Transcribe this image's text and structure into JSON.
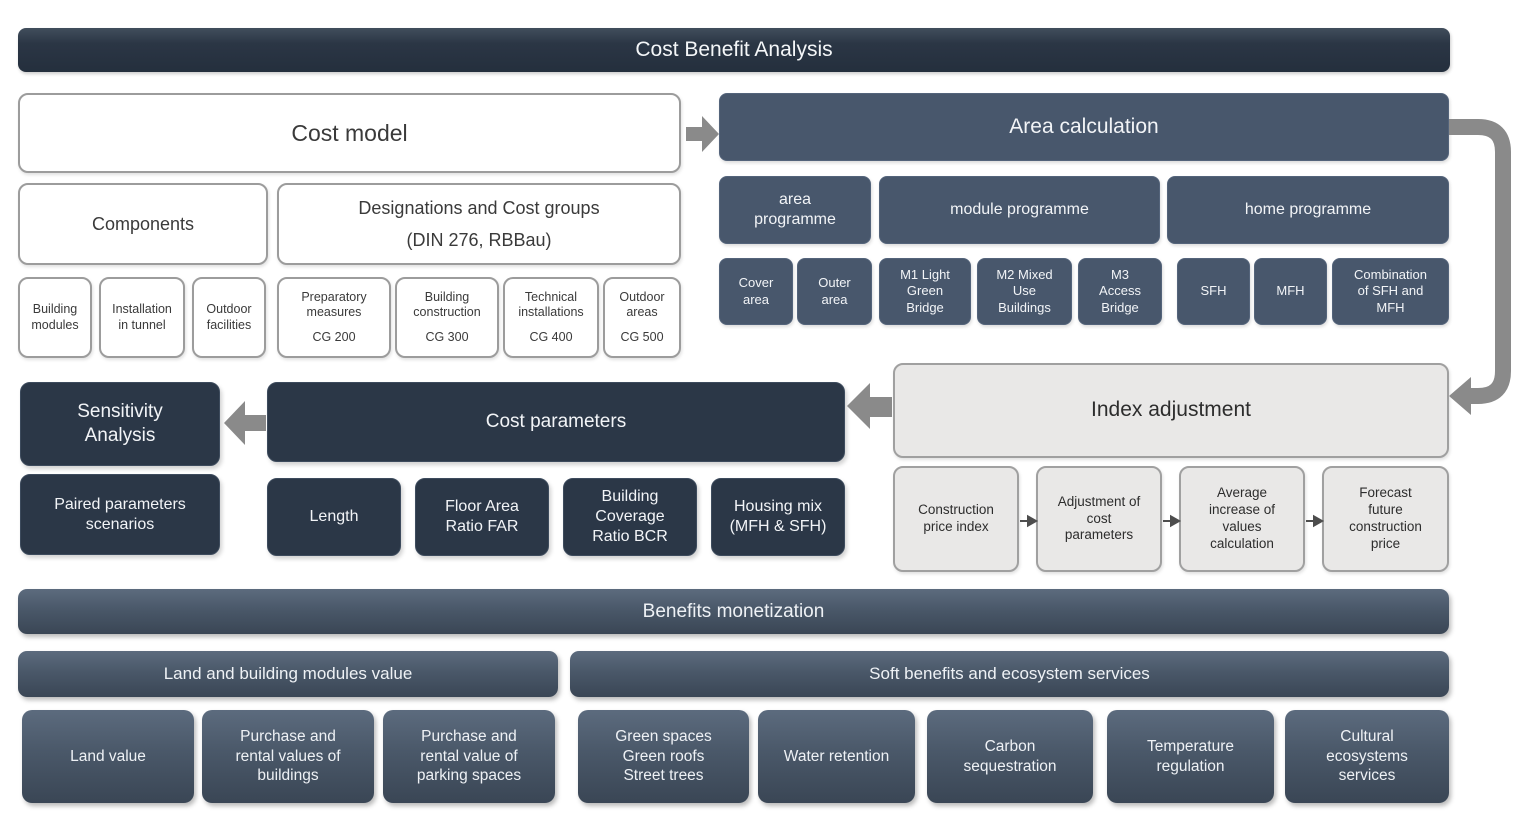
{
  "colors": {
    "dark_navy": "#2b3747",
    "slate_blue": "#48576c",
    "gradient_top": "#5c6b7e",
    "gradient_bottom": "#3a4655",
    "light_gray_box": "#e9e8e7",
    "arrow_gray": "#8a8a8a",
    "small_arrow": "#4d4d4d"
  },
  "title_bar": {
    "label": "Cost Benefit Analysis"
  },
  "cost_model": {
    "title": "Cost model",
    "components": {
      "title": "Components",
      "items": [
        "Building\nmodules",
        "Installation\nin tunnel",
        "Outdoor\nfacilities"
      ]
    },
    "cost_groups": {
      "title": "Designations and Cost groups\n(DIN 276, RBBau)",
      "items": [
        {
          "name": "Preparatory\nmeasures",
          "code": "CG 200"
        },
        {
          "name": "Building\nconstruction",
          "code": "CG 300"
        },
        {
          "name": "Technical\ninstallations",
          "code": "CG 400"
        },
        {
          "name": "Outdoor\nareas",
          "code": "CG 500"
        }
      ]
    }
  },
  "area_calculation": {
    "title": "Area calculation",
    "programmes": [
      {
        "title": "area\nprogramme",
        "items": [
          "Cover\narea",
          "Outer\narea"
        ]
      },
      {
        "title": "module programme",
        "items": [
          "M1 Light\nGreen\nBridge",
          "M2 Mixed\nUse\nBuildings",
          "M3\nAccess\nBridge"
        ]
      },
      {
        "title": "home programme",
        "items": [
          "SFH",
          "MFH",
          "Combination\nof SFH and\nMFH"
        ]
      }
    ]
  },
  "index_adjustment": {
    "title": "Index adjustment",
    "steps": [
      "Construction\nprice index",
      "Adjustment of\ncost\nparameters",
      "Average\nincrease of\nvalues\ncalculation",
      "Forecast\nfuture\nconstruction\nprice"
    ]
  },
  "cost_parameters": {
    "title": "Cost parameters",
    "items": [
      "Length",
      "Floor Area\nRatio FAR",
      "Building\nCoverage\nRatio BCR",
      "Housing mix\n(MFH & SFH)"
    ]
  },
  "sensitivity": {
    "title": "Sensitivity\nAnalysis",
    "item": "Paired parameters\nscenarios"
  },
  "benefits": {
    "title": "Benefits monetization",
    "groups": [
      {
        "title": "Land and building modules value",
        "items": [
          "Land value",
          "Purchase and\nrental values of\nbuildings",
          "Purchase and\nrental value of\nparking spaces"
        ]
      },
      {
        "title": "Soft benefits and ecosystem services",
        "items": [
          "Green spaces\nGreen roofs\nStreet trees",
          "Water retention",
          "Carbon\nsequestration",
          "Temperature\nregulation",
          "Cultural\necosystems\nservices"
        ]
      }
    ]
  }
}
